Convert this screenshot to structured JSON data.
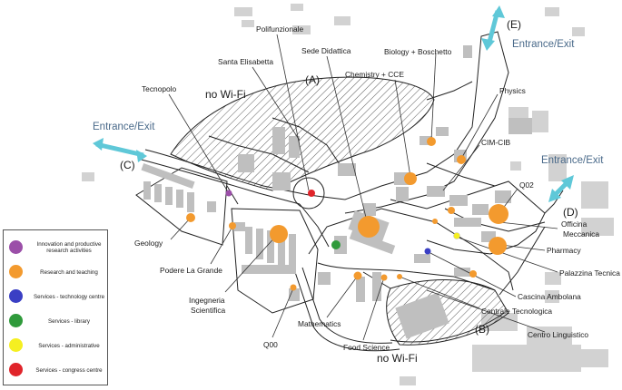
{
  "map": {
    "no_wifi_label": "no Wi-Fi",
    "entrances": [
      {
        "id": "C",
        "label": "Entrance/Exit"
      },
      {
        "id": "E",
        "label": "Entrance/Exit"
      },
      {
        "id": "D",
        "label": "Entrance/Exit"
      }
    ],
    "zone_letters": [
      "(A)",
      "(B)",
      "(C)",
      "(D)",
      "(E)"
    ],
    "places": [
      "Polifunzionale",
      "Sede Didattica",
      "Santa Elisabetta",
      "Biology + Boschetto",
      "Chemistry + CCE",
      "Tecnopolo",
      "Physics",
      "CIM-CIB",
      "Q02",
      "Officina Meccanica",
      "Pharmacy",
      "Palazzina Tecnica",
      "Cascina Ambolana",
      "Centrale Tecnologica",
      "Centro Linguistico",
      "Food Science",
      "Mathematics",
      "Q00",
      "Ingegneria Scientifica",
      "Podere La Grande",
      "Geology"
    ],
    "category_colors": {
      "innovation": "#9b4fa8",
      "research": "#f39a2e",
      "technology": "#3a3fc4",
      "library": "#2f9a3b",
      "administrative": "#f5ef21",
      "congress": "#e0242a"
    }
  },
  "legend": {
    "items": [
      {
        "label": "Innovation and productive research activities",
        "color": "#9b4fa8"
      },
      {
        "label": "Research and teaching",
        "color": "#f39a2e"
      },
      {
        "label": "Services - technology centre",
        "color": "#3a3fc4"
      },
      {
        "label": "Services - library",
        "color": "#2f9a3b"
      },
      {
        "label": "Services - administrative",
        "color": "#f5ef21"
      },
      {
        "label": "Services - congress centre",
        "color": "#e0242a"
      }
    ]
  }
}
